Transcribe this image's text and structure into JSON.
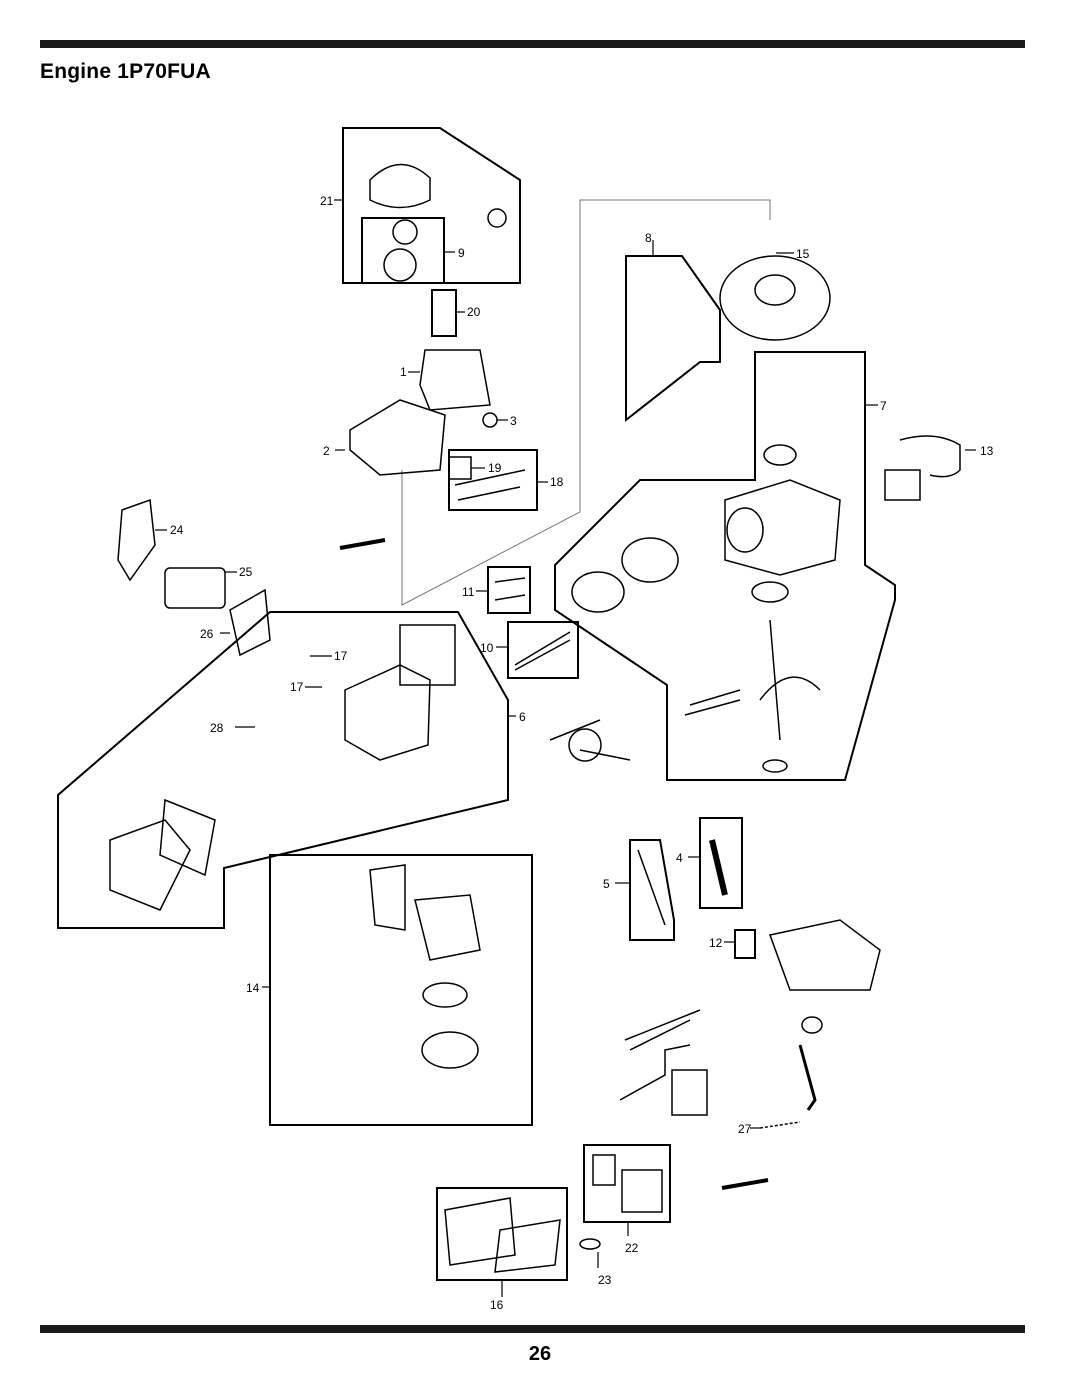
{
  "page": {
    "title": "Engine 1P70FUA",
    "page_number": "26"
  },
  "callouts": [
    "21",
    "9",
    "20",
    "1",
    "3",
    "2",
    "19",
    "18",
    "24",
    "25",
    "26",
    "17",
    "17",
    "28",
    "11",
    "10",
    "6",
    "8",
    "15",
    "7",
    "13",
    "4",
    "5",
    "12",
    "14",
    "27",
    "22",
    "23",
    "16"
  ]
}
